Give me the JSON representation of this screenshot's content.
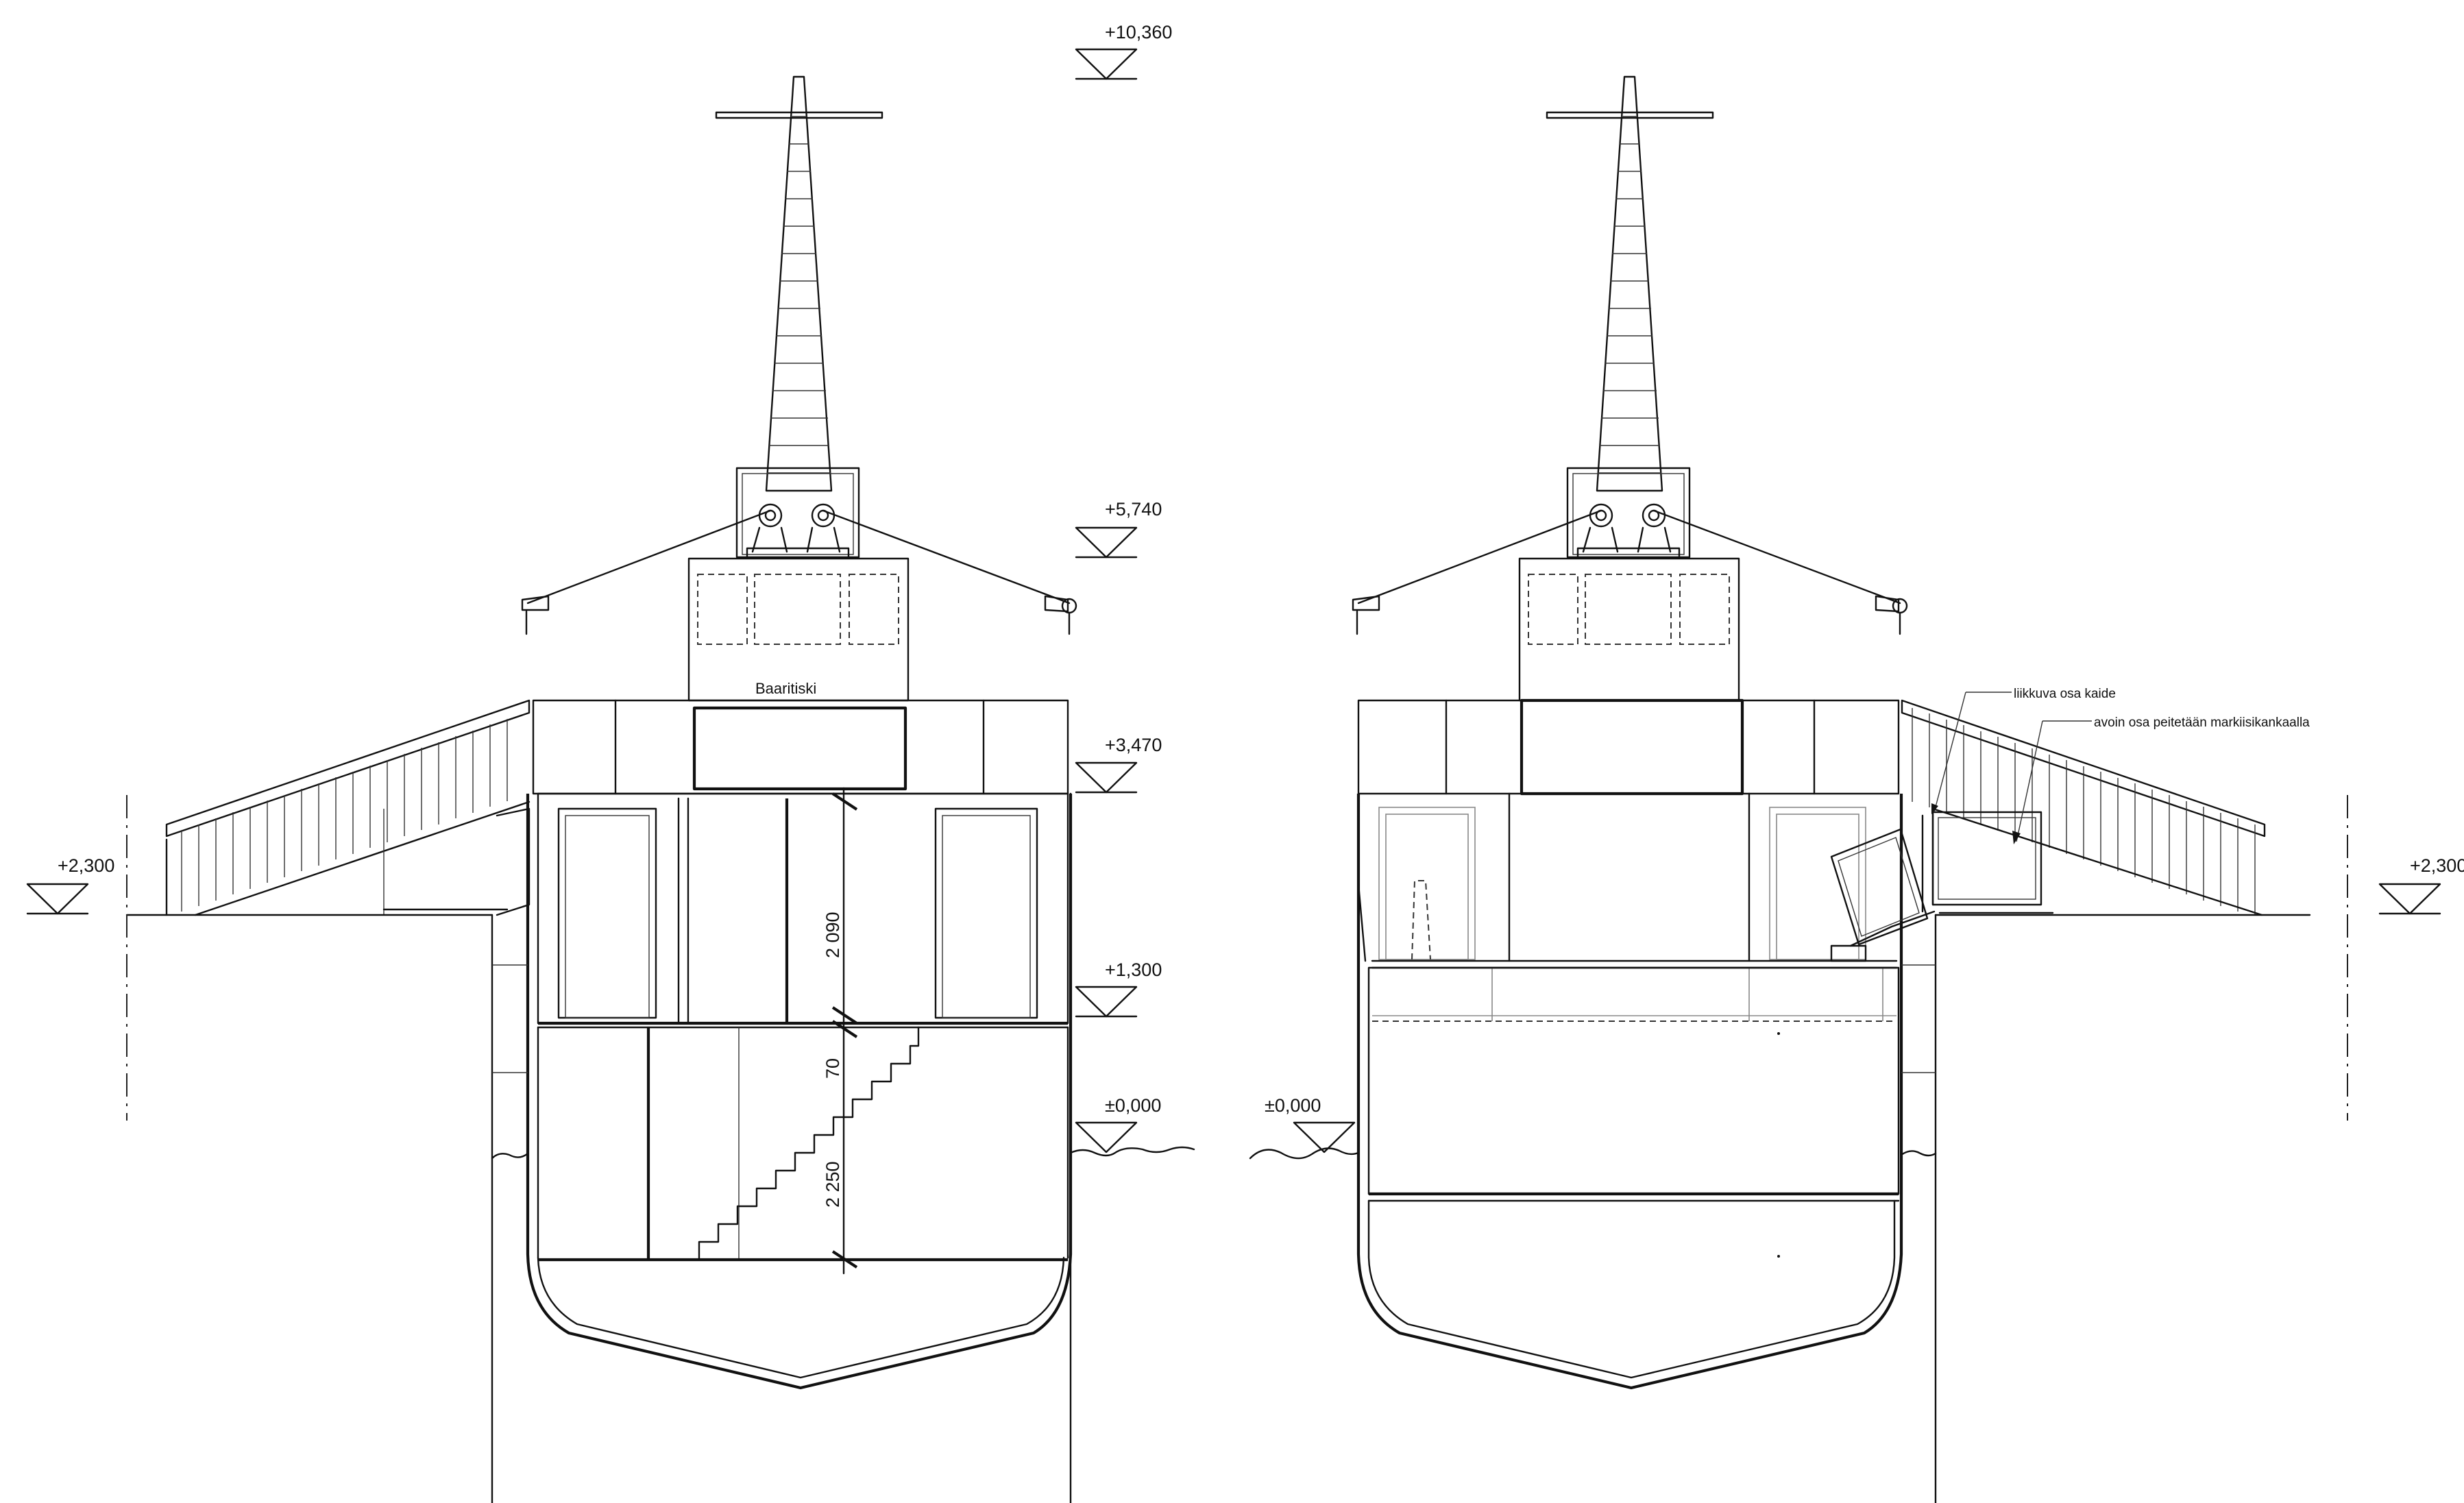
{
  "levels": {
    "top": "+10,360",
    "upper": "+5,740",
    "deck": "+3,470",
    "quay": "+2,300",
    "floor": "+1,300",
    "water": "±0,000"
  },
  "dimensions": {
    "d1": "2 090",
    "d2": "70",
    "d3": "2 250"
  },
  "labels": {
    "bar_counter": "Baaritiski",
    "moving_railing": "liikkuva osa kaide",
    "open_part_note": "avoin osa peitetään markiisikankaalla"
  },
  "colors": {
    "line": "#111111",
    "background": "#ffffff"
  }
}
